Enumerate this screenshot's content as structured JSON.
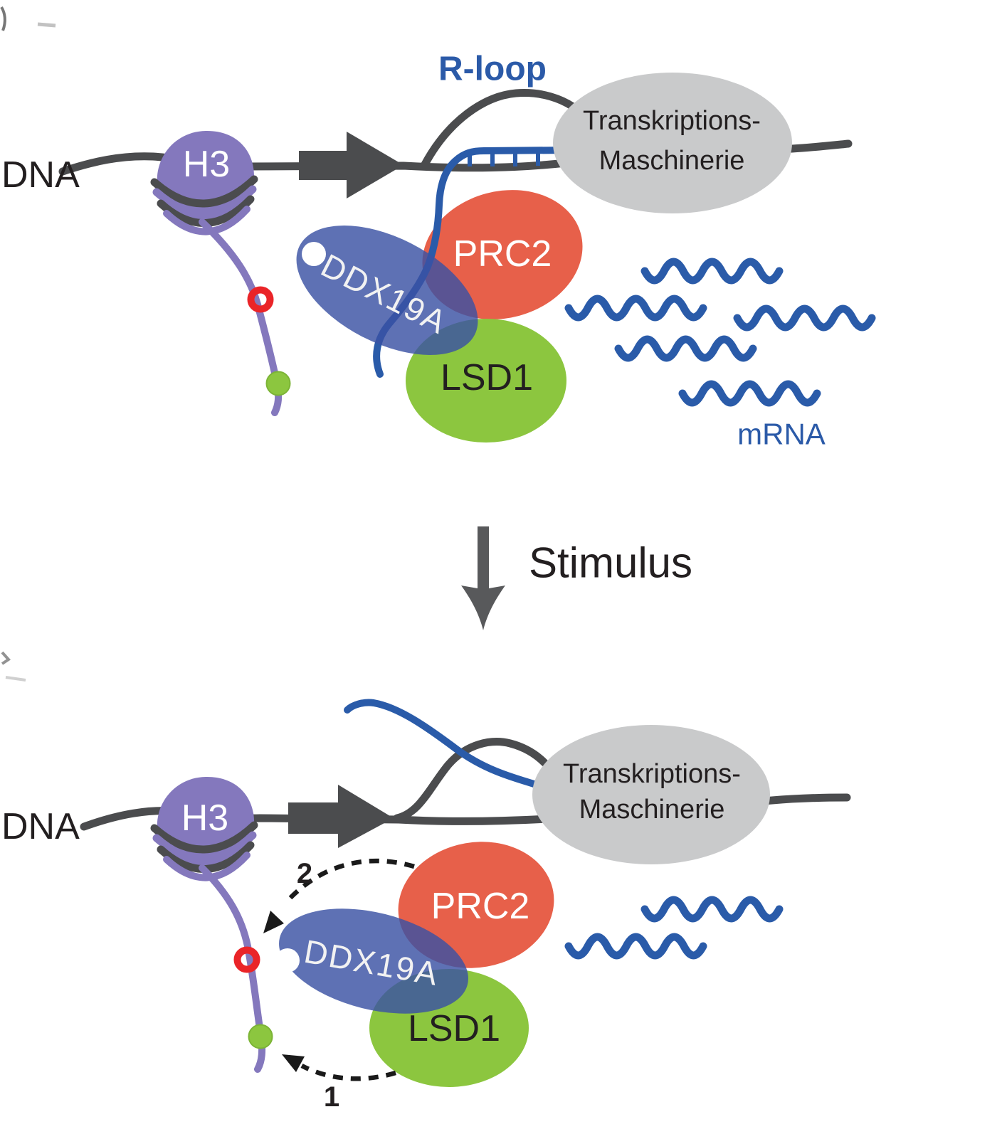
{
  "figure": {
    "language": "de",
    "background": "#FFFFFF",
    "description_visible_panels": 2
  },
  "colors": {
    "dna_line_gray": "#4B4C4E",
    "stimulus_arrow_gray": "#58595B",
    "rna_blue": "#2A5BA9",
    "label_blue": "#2B5AA8",
    "histone_purple": "#8478BD",
    "prc2_red": "#E7604A",
    "lsd1_green": "#8CC63F",
    "ddx19a_blue": "#5E71B4",
    "machinery_gray": "#C9CACB",
    "red_ring_mark": "#EA2428",
    "green_dot_mark": "#8CC63F",
    "text_black": "#231F20"
  },
  "top_panel": {
    "dna_label": "DNA",
    "histone_label": "H3",
    "rloop_label": "R-loop",
    "machinery_line1": "Transkriptions-",
    "machinery_line2": "Maschinerie",
    "prc2_label": "PRC2",
    "ddx19a_label": "DDX19A",
    "lsd1_label": "LSD1",
    "mrna_label": "mRNA"
  },
  "transition": {
    "stimulus_label": "Stimulus"
  },
  "bottom_panel": {
    "dna_label": "DNA",
    "histone_label": "H3",
    "machinery_line1": "Transkriptions-",
    "machinery_line2": "Maschinerie",
    "prc2_label": "PRC2",
    "ddx19a_label": "DDX19A",
    "lsd1_label": "LSD1",
    "step2_label": "2",
    "step1_label": "1"
  }
}
